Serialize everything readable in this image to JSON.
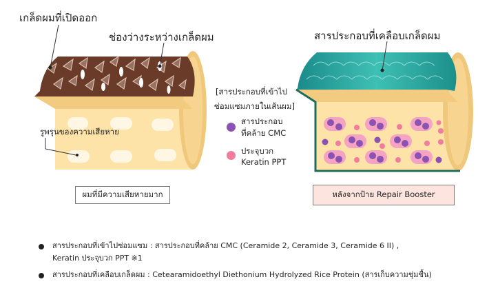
{
  "left_panel": {
    "label_open_cuticle": "เกล็ดผมที่เปิดออก",
    "label_gap": "ช่องว่างระหว่างเกล็ดผม",
    "label_pores": "รูพรุนของความเสียหาย",
    "caption": "ผมที่มีความเสียหายมาก"
  },
  "right_panel": {
    "label_coating": "สารประกอบที่เคลือบเกล็ดผม",
    "caption": "หลังจากป้าย Repair Booster"
  },
  "legend": {
    "title_line1": "[สารประกอบที่เข้าไป",
    "title_line2": "ซ่อมแซมภายในเส้นผม]",
    "item1_line1": "สารประกอบ",
    "item1_line2": "ที่คล้าย CMC",
    "item1_color": "#8b52b3",
    "item2_line1": "ประจุบวก",
    "item2_line2": "Keratin PPT",
    "item2_color": "#f07d9b"
  },
  "notes": {
    "line1": "สารประกอบที่เข้าไปซ่อมแซม : สารประกอบที่คล้าย CMC (Ceramide 2, Ceramide 3, Ceramide 6 II) ,",
    "line1b": "Keratin ประจุบวก PPT ※1",
    "line2": "สารประกอบที่เคลือบเกล็ดผม : Cetearamidoethyl Diethonium Hydrolyzed Rice Protein (สารเก็บความชุ่มชื้น)"
  }
}
